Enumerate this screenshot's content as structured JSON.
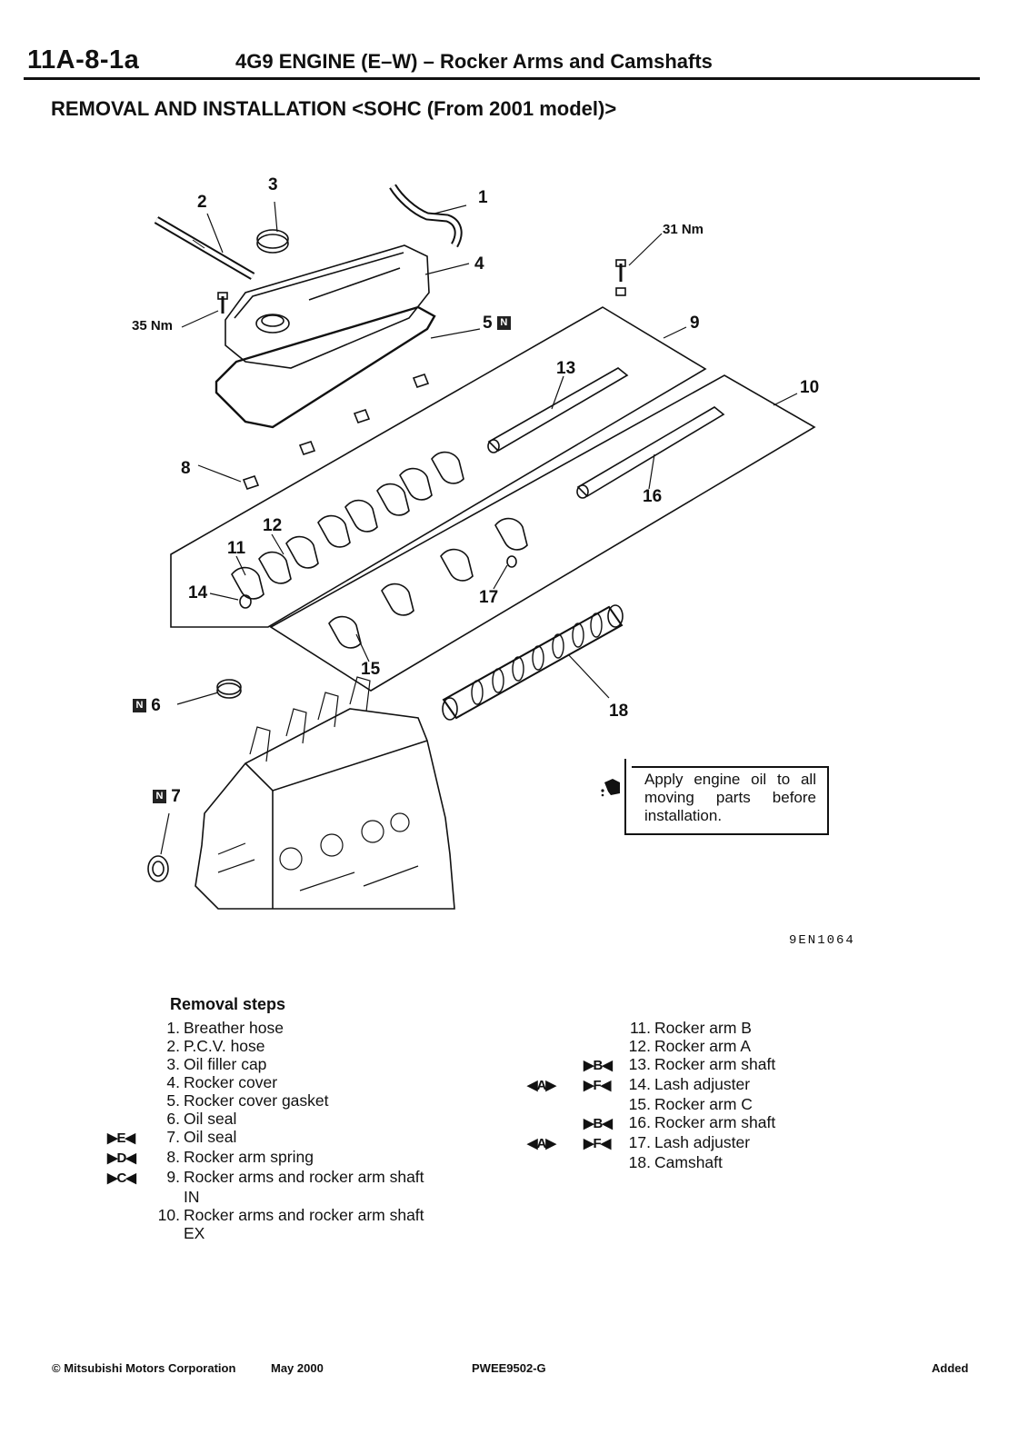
{
  "header": {
    "page_number": "11A-8-1a",
    "title": "4G9 ENGINE (E–W) – Rocker Arms and Camshafts"
  },
  "section_title": "REMOVAL AND INSTALLATION <SOHC (From 2001 model)>",
  "diagram": {
    "callouts": [
      "1",
      "2",
      "3",
      "4",
      "5",
      "6",
      "7",
      "8",
      "9",
      "10",
      "11",
      "12",
      "13",
      "14",
      "15",
      "16",
      "17",
      "18"
    ],
    "torques": [
      "31 Nm",
      "35 Nm"
    ],
    "note": "Apply engine oil to all moving parts before installation.",
    "figure_code": "9EN1064",
    "n_badge": "N"
  },
  "removal_steps": {
    "title": "Removal steps",
    "left": [
      {
        "mark": "",
        "num": "1.",
        "text": "Breather hose"
      },
      {
        "mark": "",
        "num": "2.",
        "text": "P.C.V. hose"
      },
      {
        "mark": "",
        "num": "3.",
        "text": "Oil filler cap"
      },
      {
        "mark": "",
        "num": "4.",
        "text": "Rocker cover"
      },
      {
        "mark": "",
        "num": "5.",
        "text": "Rocker cover gasket"
      },
      {
        "mark": "",
        "num": "6.",
        "text": "Oil seal"
      },
      {
        "mark": "▶E◀",
        "num": "7.",
        "text": "Oil seal"
      },
      {
        "mark": "▶D◀",
        "num": "8.",
        "text": "Rocker arm spring"
      },
      {
        "mark": "▶C◀",
        "num": "9.",
        "text": "Rocker arms and rocker arm shaft"
      },
      {
        "mark": "",
        "num": "",
        "text": "IN"
      },
      {
        "mark": "",
        "num": "10.",
        "text": "Rocker arms and rocker arm shaft"
      },
      {
        "mark": "",
        "num": "",
        "text": "EX"
      }
    ],
    "right": [
      {
        "rem": "",
        "inst": "",
        "num": "11.",
        "text": "Rocker arm B"
      },
      {
        "rem": "",
        "inst": "",
        "num": "12.",
        "text": "Rocker arm A"
      },
      {
        "rem": "",
        "inst": "▶B◀",
        "num": "13.",
        "text": "Rocker arm shaft"
      },
      {
        "rem": "◀A▶",
        "inst": "▶F◀",
        "num": "14.",
        "text": "Lash adjuster"
      },
      {
        "rem": "",
        "inst": "",
        "num": "15.",
        "text": "Rocker arm C"
      },
      {
        "rem": "",
        "inst": "▶B◀",
        "num": "16.",
        "text": "Rocker arm shaft"
      },
      {
        "rem": "◀A▶",
        "inst": "▶F◀",
        "num": "17.",
        "text": "Lash adjuster"
      },
      {
        "rem": "",
        "inst": "",
        "num": "18.",
        "text": "Camshaft"
      }
    ]
  },
  "footer": {
    "copyright": "© Mitsubishi Motors Corporation",
    "date": "May 2000",
    "doc_code": "PWEE9502-G",
    "status": "Added"
  }
}
